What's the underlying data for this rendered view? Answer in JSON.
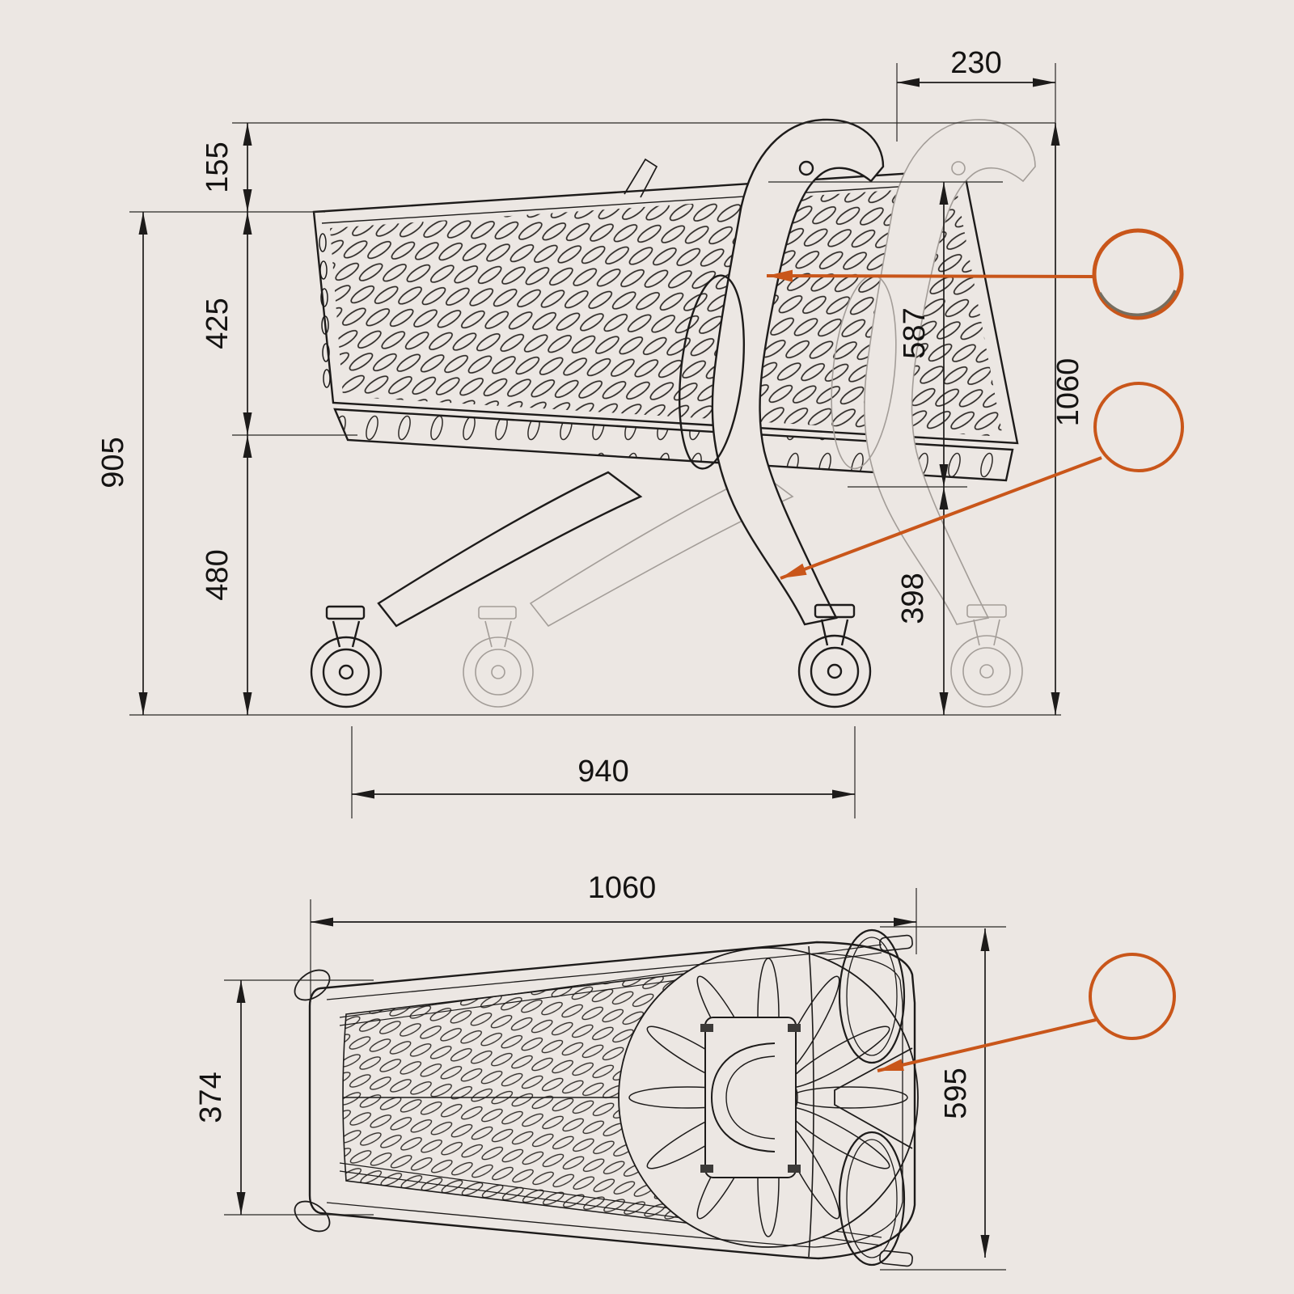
{
  "colors": {
    "background": "#ece7e3",
    "line": "#1d1b1a",
    "phantom_line": "#a39d98",
    "accent_orange": "#c9561a"
  },
  "drawing": {
    "subject": "shopping-trolley-technical-drawing",
    "views": [
      "side-elevation",
      "top-plan"
    ]
  },
  "side_view": {
    "dims": {
      "handle_depth": "230",
      "handle_above_rim": "155",
      "basket_depth": "425",
      "rim_to_floor": "905",
      "under_basket_clearance": "480",
      "rear_rim_height": "587",
      "frame_height": "398",
      "overall_height": "1060",
      "wheelbase": "940"
    }
  },
  "top_view": {
    "dims": {
      "overall_length": "1060",
      "front_width": "374",
      "handle_end_width": "595"
    }
  },
  "callouts": {
    "circle_color": "#c9561a",
    "items": [
      "detail-basket-support",
      "detail-chassis-leg",
      "detail-handle-panel"
    ]
  }
}
